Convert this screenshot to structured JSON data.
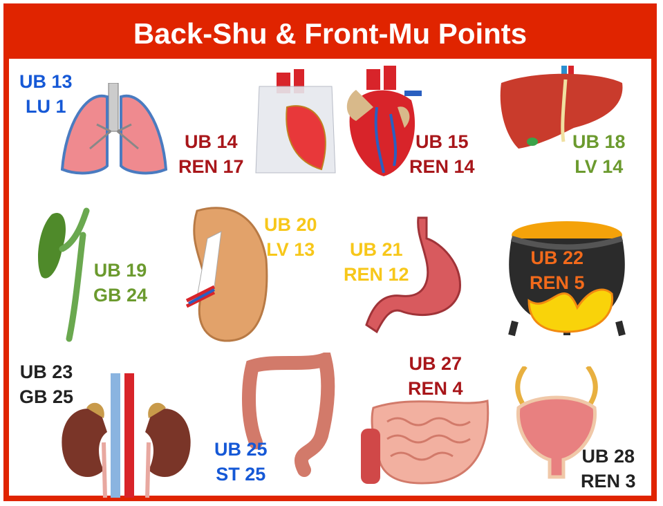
{
  "title": "Back-Shu & Front-Mu Points",
  "colors": {
    "frame": "#e02400",
    "blue": "#1558d6",
    "darkred": "#a8161a",
    "green": "#6b9a2e",
    "yellow": "#f7c71a",
    "orange": "#f26a1b",
    "black": "#222222"
  },
  "points": [
    {
      "organ": "lung-icon",
      "shu": "UB 13",
      "mu": "LU 1"
    },
    {
      "organ": "pericardium-icon",
      "shu": "UB 14",
      "mu": "REN 17"
    },
    {
      "organ": "heart-icon",
      "shu": "UB 15",
      "mu": "REN 14"
    },
    {
      "organ": "liver-icon",
      "shu": "UB 18",
      "mu": "LV 14"
    },
    {
      "organ": "gallbladder-icon",
      "shu": "UB 19",
      "mu": "GB 24"
    },
    {
      "organ": "spleen-icon",
      "shu": "UB 20",
      "mu": "LV 13"
    },
    {
      "organ": "stomach-icon",
      "shu": "UB 21",
      "mu": "REN 12"
    },
    {
      "organ": "cauldron-icon",
      "shu": "UB 22",
      "mu": "REN 5"
    },
    {
      "organ": "kidney-icon",
      "shu": "UB 23",
      "mu": "GB 25"
    },
    {
      "organ": "large-intestine-icon",
      "shu": "UB 25",
      "mu": "ST 25"
    },
    {
      "organ": "small-intestine-icon",
      "shu": "UB 27",
      "mu": "REN 4"
    },
    {
      "organ": "bladder-icon",
      "shu": "UB 28",
      "mu": "REN 3"
    }
  ]
}
